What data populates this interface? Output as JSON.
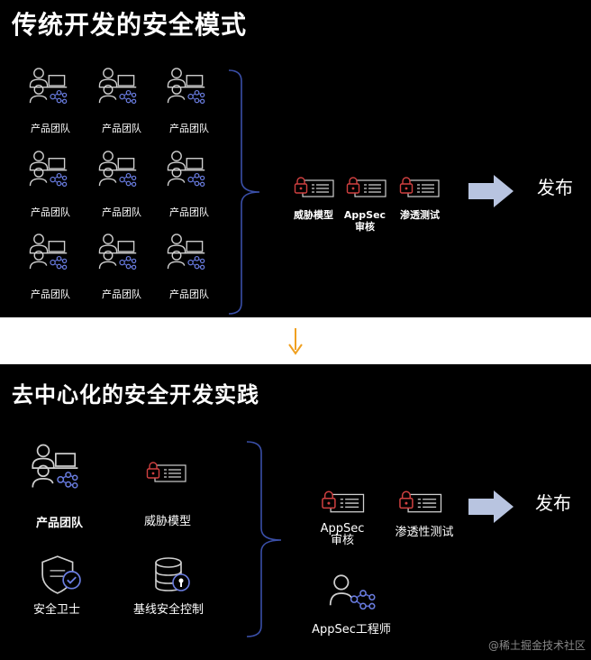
{
  "top": {
    "title": "传统开发的安全模式",
    "team_label": "产品团队",
    "tools": [
      "威胁模型",
      "AppSec\n审核",
      "渗透测试"
    ],
    "release": "发布"
  },
  "bottom": {
    "title": "去中心化的安全开发实践",
    "left": {
      "team": "产品团队",
      "threat": "威胁模型",
      "guard": "安全卫士",
      "baseline": "基线安全控制"
    },
    "tools": [
      "AppSec\n审核",
      "渗透性测试"
    ],
    "engineer": "AppSec工程师",
    "release": "发布"
  },
  "watermark": "@稀土掘金技术社区",
  "colors": {
    "background": "#000000",
    "arrow": "#b8c4e0",
    "connector": "#f0a020",
    "icon_line": "#c8c8c8",
    "node": "#3a4fa8"
  }
}
